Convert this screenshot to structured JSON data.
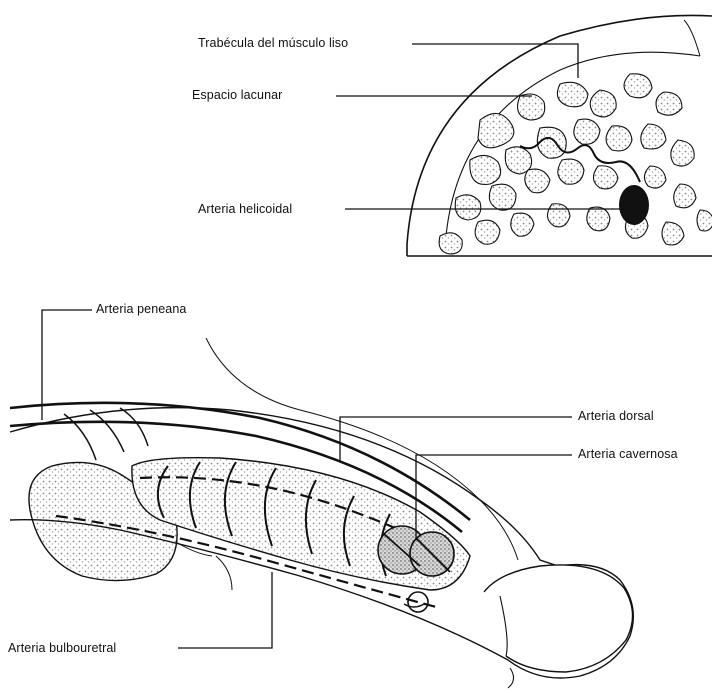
{
  "labels": {
    "trabecula": "Trabécula del músculo liso",
    "espacio_lacunar": "Espacio lacunar",
    "arteria_helicoidal": "Arteria helicoidal",
    "arteria_peneana": "Arteria peneana",
    "arteria_dorsal": "Arteria dorsal",
    "arteria_cavernosa": "Arteria cavernosa",
    "arteria_bulbouretral": "Arteria bulbouretral"
  },
  "colors": {
    "line": "#111111",
    "stipple": "#9a9a9a",
    "background": "#ffffff"
  }
}
